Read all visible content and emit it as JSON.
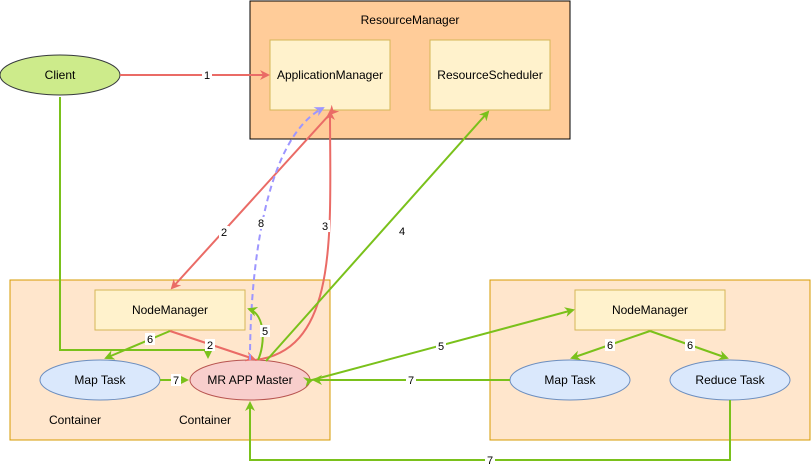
{
  "resource_manager": {
    "title": "ResourceManager",
    "application_manager": "ApplicationManager",
    "resource_scheduler": "ResourceScheduler"
  },
  "client": "Client",
  "left_node": {
    "node_manager": "NodeManager",
    "map_task": "Map Task",
    "app_master": "MR APP Master",
    "container_1": "Container",
    "container_2": "Container"
  },
  "right_node": {
    "node_manager": "NodeManager",
    "map_task": "Map Task",
    "reduce_task": "Reduce Task"
  },
  "edges": {
    "e1": "1",
    "e2a": "2",
    "e2b": "2",
    "e3": "3",
    "e4": "4",
    "e5a": "5",
    "e5b": "5",
    "e6a": "6",
    "e6b": "6",
    "e6c": "6",
    "e7a": "7",
    "e7b": "7",
    "e7c": "7",
    "e8": "8"
  },
  "colors": {
    "red": "#ea6b66",
    "green": "#7ac11b",
    "purple": "#9d96ff",
    "orange_fill": "#ffcc99",
    "light_orange": "#ffe6cc",
    "yellow_fill": "#fff2cc",
    "blue_fill": "#dae8fc",
    "pink_fill": "#f8cecc",
    "client_fill": "#cdeb8b"
  }
}
